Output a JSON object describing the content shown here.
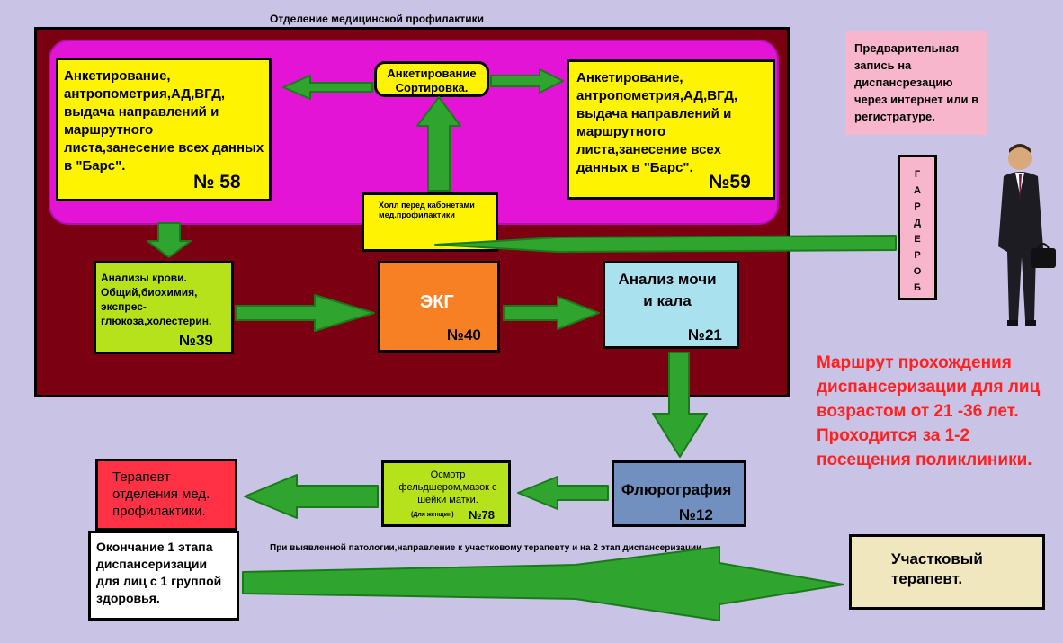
{
  "header": {
    "department_title": "Отделение медицинской профилактики"
  },
  "nodes": {
    "left_room": {
      "text": "Анкетирование, антропометрия,АД,ВГД, выдача направлений и маршрутного листа,занесение всех данных в \"Барс\".",
      "number": "№ 58"
    },
    "sorting": {
      "text": "Анкетирование Сортировка."
    },
    "right_room": {
      "text": "Анкетирование, антропометрия,АД,ВГД, выдача направлений и маршрутного листа,занесение всех данных в \"Барс\".",
      "number": "№59"
    },
    "hall": {
      "text": "Холл перед кабонетами мед.профилактики"
    },
    "blood": {
      "text": "Анализы крови. Общий,биохимия, экспрес- глюкоза,холестерин.",
      "number": "№39"
    },
    "ekg": {
      "text": "ЭКГ",
      "number": "№40"
    },
    "urine": {
      "text": "Анализ мочи и кала",
      "number": "№21"
    },
    "fluoro": {
      "text": "Флюрография",
      "number": "№12"
    },
    "exam": {
      "text": "Осмотр фельдшером,мазок с шейки матки.",
      "note": "(Для женщин)",
      "number": "№78"
    },
    "therapist": {
      "text": "Терапевт отделения мед. профилактики."
    },
    "end_stage": {
      "text": "Окончание 1 этапа диспансеризации для лиц с 1 группой здоровья."
    },
    "district": {
      "text": "Участковый терапевт."
    },
    "pre_registration": {
      "text": "Предварительная запись на диспансрезацию через интернет или в регистратуре."
    },
    "garderob": {
      "letters": [
        "Г",
        "А",
        "Р",
        "Д",
        "Е",
        "Р",
        "О",
        "Б"
      ]
    }
  },
  "notes": {
    "pathology": "При выявленной патологии,направление к участковому терапевту и на 2 этап диспансеризации",
    "route": "Маршрут прохождения диспансеризации для лиц возрастом от  21 -36 лет. Проходится за 1-2 посещения поликлиники."
  },
  "colors": {
    "arrow": "#2fa52f",
    "arrow_dark": "#1a7a1a",
    "department": "#7a0012",
    "inner": "#e414d7",
    "route_text": "#ff2020"
  }
}
